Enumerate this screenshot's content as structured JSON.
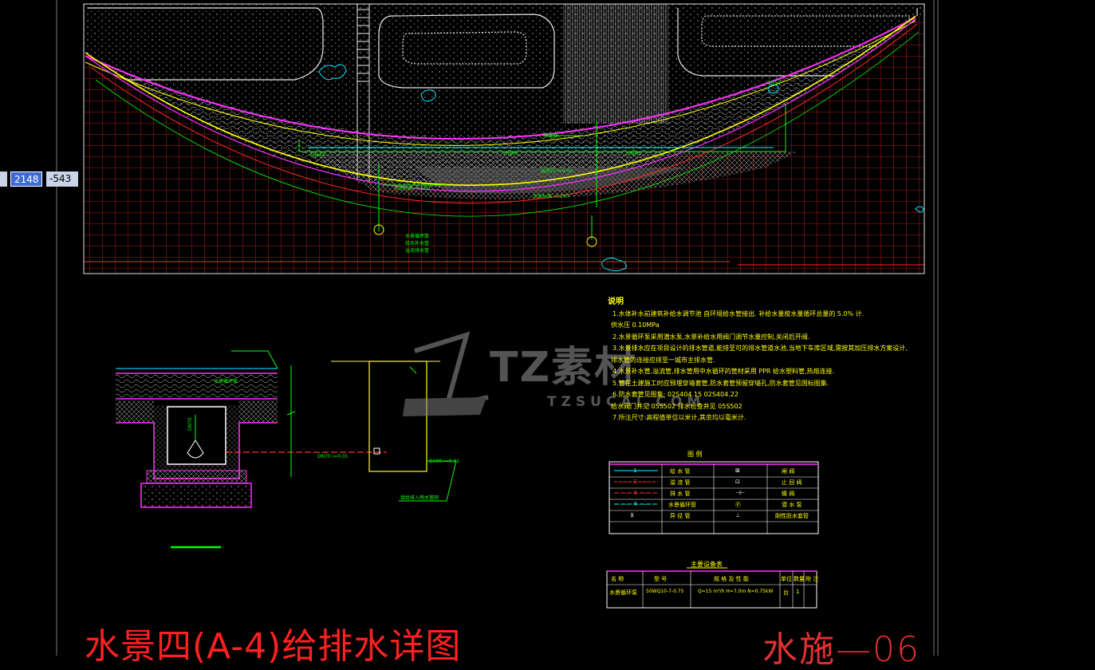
{
  "coords": {
    "x": "",
    "y": "2148",
    "z": "-543"
  },
  "drawing": {
    "title": "水景四(A-4)给排水详图",
    "sheet_no": "水施—06"
  },
  "notes": {
    "heading": "说明",
    "lines": [
      "1.水体补水前建筑补给水调节池 自环境给水管接出. 补给水量按水量循环总量的 5.0%  计.",
      "供水压 0.10MPa",
      "2.水景循环泵采用潜水泵,水景补给水用阀门调节水量控制,关闭后开阀.",
      "3.水景排水应在项目设计的排水管道,能排至可的排水管道水池,当地下车库区域,需按其加压排水方案设计,",
      "排水管的连接应排至一城市主排水管.",
      "4.水景补水管,溢流管,排水管用中水循环的管材采用 PPR 给水塑料管,热熔连接.",
      "5.管在土建施工时应预埋穿墙套管,防水套管预留穿墙孔,防水套管见国标图集.",
      "6.防水套管见图集: 02S404.15  02S404.22",
      "给水阀门井见 05S502    排水检查井见 05S502",
      "7.所注尺寸:高程值单位以米计,其余均以毫米计."
    ]
  },
  "legend": {
    "title": "图    例",
    "rows": [
      [
        "—— 1 ——",
        "给 水 管",
        "⊠",
        "闸    阀"
      ],
      [
        "—— 2 ——",
        "溢 流 管",
        "⊡",
        "止 回 阀"
      ],
      [
        "—— 3 ——",
        "排 水 管",
        "⊣⊢",
        "蝶    阀"
      ],
      [
        "—— 4 ——",
        "水景循环管",
        "Ⓟ",
        "潜 水 泵"
      ],
      [
        "⊻",
        "异 径 管",
        "⊥",
        "刚性防水套管"
      ]
    ]
  },
  "equipment": {
    "title": "主要设备表",
    "headers": [
      "名    称",
      "型    号",
      "规 格 及 性 能",
      "单位",
      "数量",
      "附 注"
    ],
    "row": [
      "水景循环泵",
      "50WQ10-7-0.75",
      "Q=15 m³/h  H=7.0m   N=0.75kW",
      "台",
      "1",
      ""
    ]
  },
  "watermark": {
    "main": "TZ素材",
    "sub": "TZSUCAI.COM"
  },
  "plan_labels": {
    "pipe_a": "DN40",
    "pipe_b": "DN40",
    "pipe_c": "DN40",
    "level1": "水底标高 -0.600",
    "level2": "水底标高 -0.100",
    "valve": "DN50",
    "note1": "水景循环泵",
    "note2": "给水补水管",
    "note3": "溢流排水管",
    "pool_edge": "水面线",
    "overflow": "溢流口 i=0.01"
  },
  "section_labels": {
    "pipe1": "DN70 i=0.01",
    "pipe2": "D200 i=0.01",
    "callout": "接给排入雨水管网",
    "top": "水景循环管",
    "dn": "DN70"
  },
  "colors": {
    "background": "#000000",
    "hatch": "#ffffff",
    "red_grid": "#ff2a2a",
    "magenta": "#ff30ff",
    "green": "#00ff00",
    "yellow": "#ffff00",
    "cyan": "#00ffff",
    "title_red": "#ff2020"
  }
}
